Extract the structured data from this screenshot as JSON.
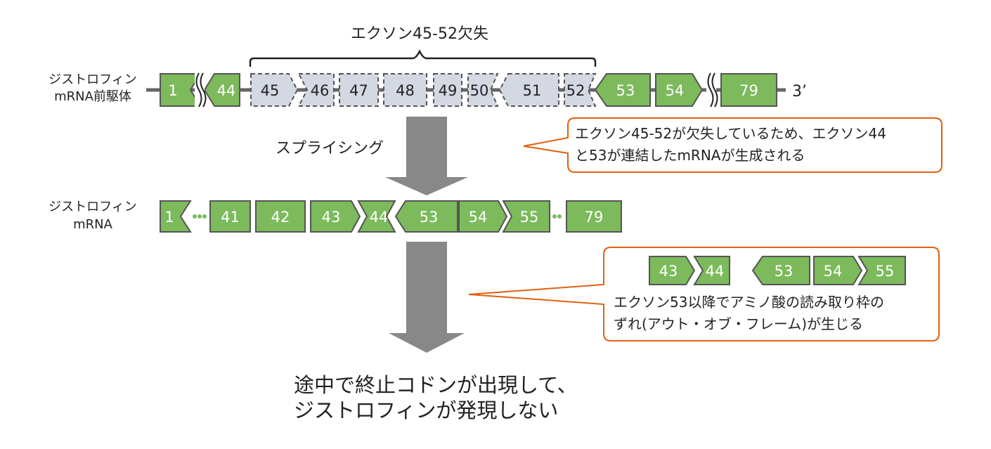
{
  "colors": {
    "exon_fill": "#7cba5c",
    "exon_stroke": "#555555",
    "deleted_fill": "#d3d8e2",
    "deleted_stroke": "#555555",
    "line": "#666666",
    "arrow": "#888888",
    "callout_border": "#e06010",
    "text": "#222222"
  },
  "pre_mrna": {
    "label_line1": "ジストロフィン",
    "label_line2": "mRNA前駆体",
    "brace_label": "エクソン45-52欠失",
    "end_label": "3’",
    "exons": [
      {
        "num": "1",
        "deleted": false
      },
      {
        "num": "44",
        "deleted": false
      },
      {
        "num": "45",
        "deleted": true
      },
      {
        "num": "46",
        "deleted": true
      },
      {
        "num": "47",
        "deleted": true
      },
      {
        "num": "48",
        "deleted": true
      },
      {
        "num": "49",
        "deleted": true
      },
      {
        "num": "50",
        "deleted": true
      },
      {
        "num": "51",
        "deleted": true
      },
      {
        "num": "52",
        "deleted": true
      },
      {
        "num": "53",
        "deleted": false
      },
      {
        "num": "54",
        "deleted": false
      },
      {
        "num": "79",
        "deleted": false
      }
    ]
  },
  "splicing": {
    "label": "スプライシング"
  },
  "callout1": {
    "line1": "エクソン45-52が欠失しているため、エクソン44",
    "line2": "と53が連結したmRNAが生成される"
  },
  "mrna": {
    "label_line1": "ジストロフィン",
    "label_line2": "mRNA",
    "exons": [
      "1",
      "41",
      "42",
      "43",
      "44",
      "53",
      "54",
      "55",
      "79"
    ]
  },
  "callout2": {
    "exons": [
      "43",
      "44",
      "53",
      "54",
      "55"
    ],
    "line1": "エクソン53以降でアミノ酸の読み取り枠の",
    "line2": "ずれ(アウト・オブ・フレーム)が生じる"
  },
  "result": {
    "line1": "途中で終止コドンが出現して、",
    "line2": "ジストロフィンが発現しない"
  }
}
